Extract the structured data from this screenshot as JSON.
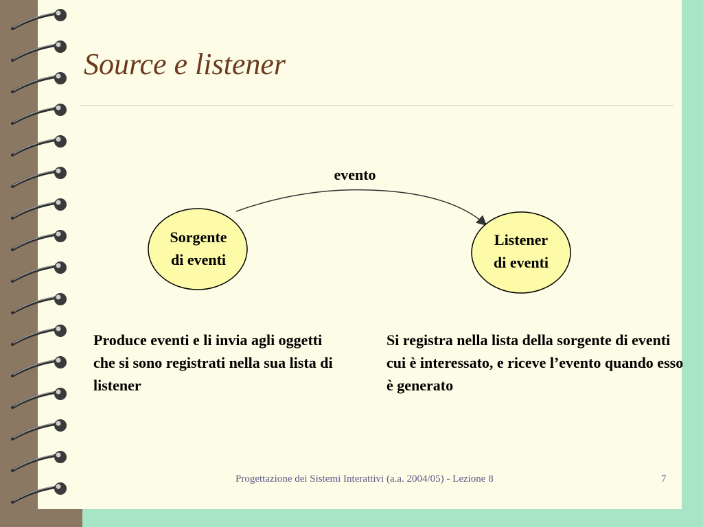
{
  "title": "Source e listener",
  "diagram": {
    "edge_label": "evento",
    "source": {
      "line1": "Sorgente",
      "line2": "di eventi"
    },
    "listener": {
      "line1": "Listener",
      "line2": "di eventi"
    },
    "node_fill": "#fdfaa8"
  },
  "descriptions": {
    "source": "Produce eventi e li invia agli oggetti che si sono registrati nella sua lista di listener",
    "listener": "Si registra nella lista della sorgente di eventi cui è interessato, e riceve l’evento quando esso è generato"
  },
  "footer": {
    "text": "Progettazione dei Sistemi Interattivi (a.a. 2004/05) - Lezione 8",
    "page_number": "7"
  },
  "colors": {
    "title": "#6b3a1f",
    "background": "#fdfce6",
    "accent": "#a8e4c6",
    "binding": "#8a7863"
  }
}
